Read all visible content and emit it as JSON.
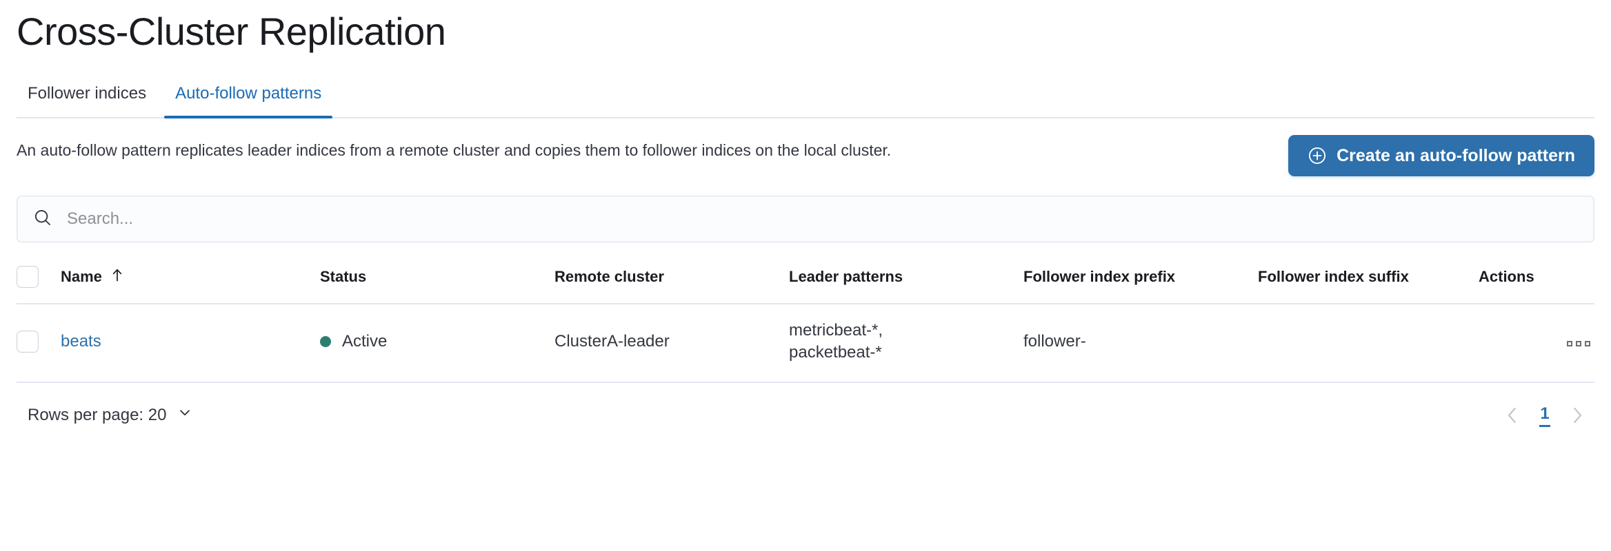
{
  "header": {
    "title": "Cross-Cluster Replication"
  },
  "tabs": [
    {
      "label": "Follower indices",
      "active": false
    },
    {
      "label": "Auto-follow patterns",
      "active": true
    }
  ],
  "description": {
    "text": "An auto-follow pattern replicates leader indices from a remote cluster and copies them to follower indices on the local cluster."
  },
  "actions": {
    "create_label": "Create an auto-follow pattern",
    "create_icon": "plus-in-circle-icon"
  },
  "search": {
    "placeholder": "Search...",
    "value": "",
    "icon": "search-icon"
  },
  "table": {
    "columns": [
      {
        "key": "select",
        "label": ""
      },
      {
        "key": "name",
        "label": "Name",
        "sort": "asc",
        "sort_icon": "sort-up-arrow-icon"
      },
      {
        "key": "status",
        "label": "Status"
      },
      {
        "key": "remote_cluster",
        "label": "Remote cluster"
      },
      {
        "key": "leader_patterns",
        "label": "Leader patterns"
      },
      {
        "key": "follower_index_prefix",
        "label": "Follower index prefix"
      },
      {
        "key": "follower_index_suffix",
        "label": "Follower index suffix"
      },
      {
        "key": "actions",
        "label": "Actions"
      }
    ],
    "rows": [
      {
        "name": "beats",
        "status": "Active",
        "status_color": "#2a7f72",
        "remote_cluster": "ClusterA-leader",
        "leader_patterns": "metricbeat-*,\npacketbeat-*",
        "follower_index_prefix": "follower-",
        "follower_index_suffix": "",
        "actions_icon": "boxes-horizontal-icon"
      }
    ]
  },
  "footer": {
    "rows_per_page_label": "Rows per page: 20",
    "rows_per_page_icon": "chevron-down-icon",
    "pagination": {
      "previous_icon": "chevron-left-icon",
      "next_icon": "chevron-right-icon",
      "current_page": "1"
    }
  },
  "colors": {
    "primary": "#2d70ab",
    "tab_active": "#1a6bb5",
    "success": "#2a7f72",
    "border": "#e3e6ef",
    "text": "#343741",
    "muted": "#8d9096"
  }
}
